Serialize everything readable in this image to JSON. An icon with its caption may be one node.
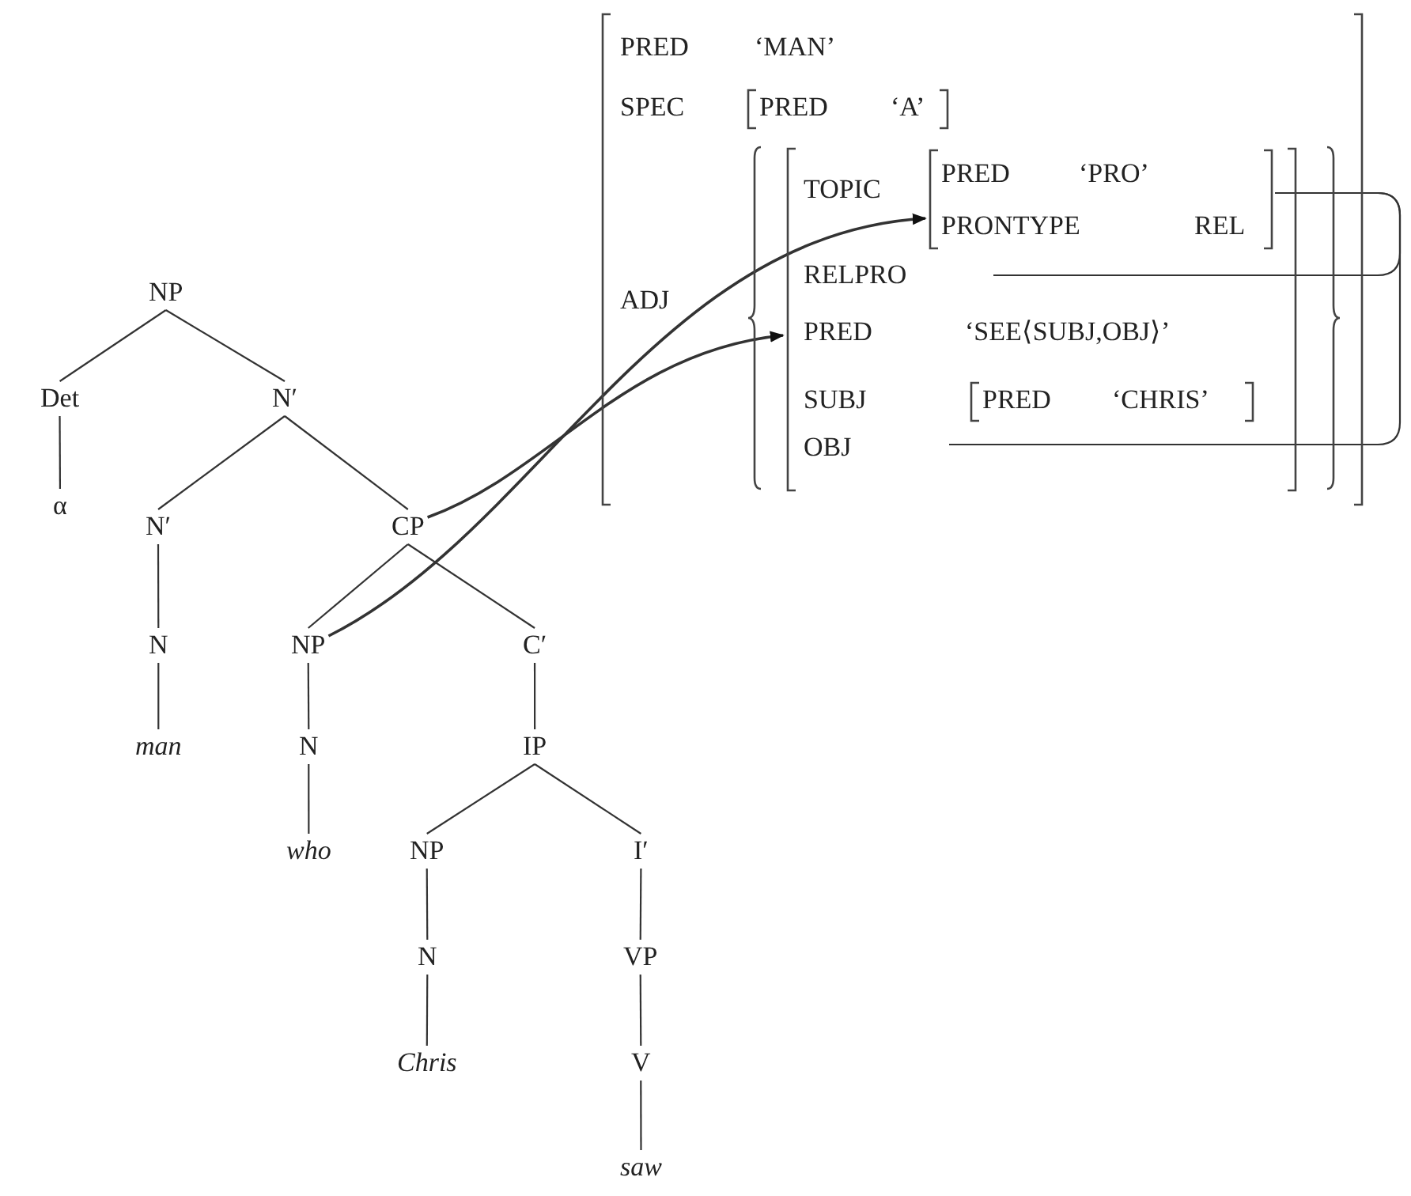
{
  "diagram": {
    "nodes": [
      {
        "text": [
          "NP"
        ]
      },
      {
        "text": [
          "Det"
        ]
      },
      {
        "text": [
          "N′"
        ]
      },
      {
        "text": [
          "α"
        ]
      },
      {
        "text": [
          "N′"
        ]
      },
      {
        "text": [
          "CP"
        ]
      },
      {
        "text": [
          "N"
        ]
      },
      {
        "text": [
          "NP"
        ]
      },
      {
        "text": [
          "C′"
        ]
      },
      {
        "text": [
          "man"
        ]
      },
      {
        "text": [
          "N"
        ]
      },
      {
        "text": [
          "IP"
        ]
      },
      {
        "text": [
          "who"
        ]
      },
      {
        "text": [
          "NP"
        ]
      },
      {
        "text": [
          "I′"
        ]
      },
      {
        "text": [
          "N"
        ]
      },
      {
        "text": [
          "VP"
        ]
      },
      {
        "text": [
          "Chris"
        ]
      },
      {
        "text": [
          "V"
        ]
      },
      {
        "text": [
          "saw"
        ]
      },
      {
        "text": [
          "PRED",
          "‘MAN’",
          "SPEC",
          "ADJ"
        ]
      },
      {
        "text": [
          "PRED",
          "‘A’"
        ],
        "in": 20
      },
      {
        "text": [],
        "shape": "braces",
        "in": 20
      },
      {
        "text": [
          "TOPIC",
          "RELPRO",
          "PRED",
          "‘SEE⟨SUBJ,OBJ⟩’",
          "SUBJ",
          "OBJ"
        ],
        "in": 22
      },
      {
        "text": [
          "PRED",
          "‘PRO’",
          "PRONTYPE",
          "REL"
        ],
        "in": 23
      },
      {
        "text": [
          "PRED",
          "‘CHRIS’"
        ],
        "in": 23
      }
    ],
    "edges": [
      {
        "from": 0,
        "to": 1,
        "arrow": "none"
      },
      {
        "from": 0,
        "to": 2,
        "arrow": "none"
      },
      {
        "from": 1,
        "to": 3,
        "arrow": "none"
      },
      {
        "from": 2,
        "to": 4,
        "arrow": "none"
      },
      {
        "from": 2,
        "to": 5,
        "arrow": "none"
      },
      {
        "from": 4,
        "to": 6,
        "arrow": "none"
      },
      {
        "from": 5,
        "to": 7,
        "arrow": "none"
      },
      {
        "from": 5,
        "to": 8,
        "arrow": "none"
      },
      {
        "from": 6,
        "to": 9,
        "arrow": "none"
      },
      {
        "from": 7,
        "to": 10,
        "arrow": "none"
      },
      {
        "from": 8,
        "to": 11,
        "arrow": "none"
      },
      {
        "from": 10,
        "to": 12,
        "arrow": "none"
      },
      {
        "from": 11,
        "to": 13,
        "arrow": "none"
      },
      {
        "from": 11,
        "to": 14,
        "arrow": "none"
      },
      {
        "from": 13,
        "to": 15,
        "arrow": "none"
      },
      {
        "from": 14,
        "to": 16,
        "arrow": "none"
      },
      {
        "from": 15,
        "to": 17,
        "arrow": "none"
      },
      {
        "from": 16,
        "to": 18,
        "arrow": "none"
      },
      {
        "from": 18,
        "to": 19,
        "arrow": "none"
      },
      {
        "from": 5,
        "to": 23,
        "arrow": "to"
      },
      {
        "from": 7,
        "to": 24,
        "arrow": "to"
      },
      {
        "from": 24,
        "to": null,
        "arrow": "none"
      },
      {
        "from": 24,
        "to": null,
        "arrow": "none"
      }
    ]
  }
}
